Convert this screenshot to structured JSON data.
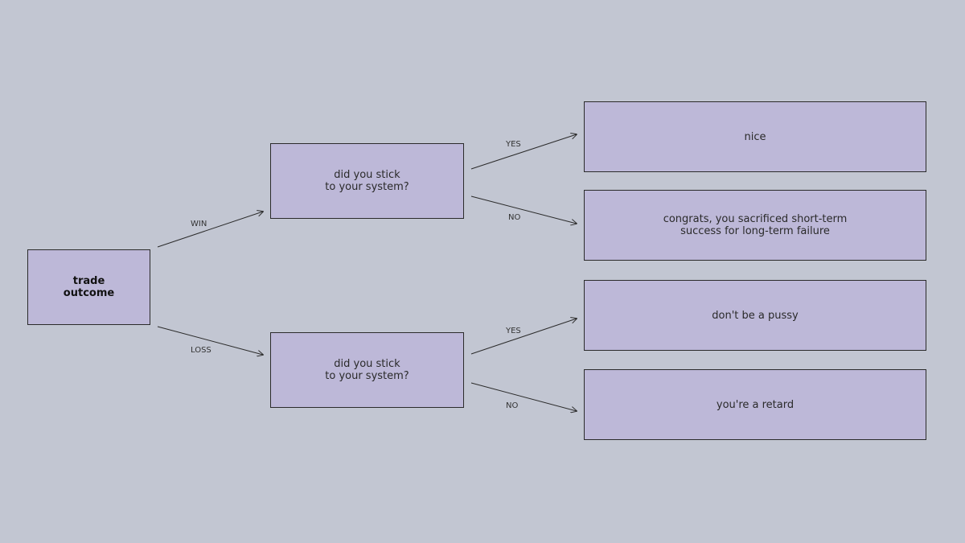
{
  "root": {
    "label": "trade\noutcome"
  },
  "branches": {
    "win": {
      "edge_label": "WIN"
    },
    "loss": {
      "edge_label": "LOSS"
    }
  },
  "questions": {
    "win": {
      "label": "did you stick\nto your system?"
    },
    "loss": {
      "label": "did you stick\nto your system?"
    }
  },
  "answers": {
    "win_yes": {
      "edge_label": "YES",
      "outcome": "nice"
    },
    "win_no": {
      "edge_label": "NO",
      "outcome": "congrats, you sacrificed short-term\nsuccess for long-term failure"
    },
    "loss_yes": {
      "edge_label": "YES",
      "outcome": "don't be a pussy"
    },
    "loss_no": {
      "edge_label": "NO",
      "outcome": "you're a retard"
    }
  },
  "colors": {
    "background": "#c2c6d2",
    "node_fill": "#bdb8d8",
    "stroke": "#2b2b2b"
  }
}
